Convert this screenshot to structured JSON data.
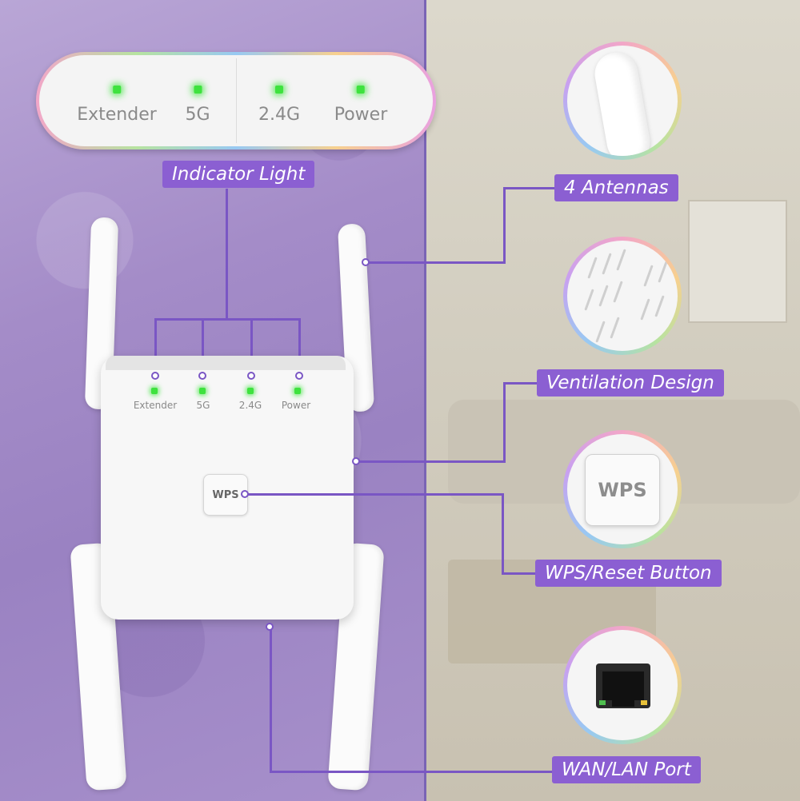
{
  "indicator_panel": {
    "items": [
      {
        "label": "Extender"
      },
      {
        "label": "5G"
      },
      {
        "label": "2.4G"
      },
      {
        "label": "Power"
      }
    ]
  },
  "device": {
    "led_labels": [
      "Extender",
      "5G",
      "2.4G",
      "Power"
    ],
    "button_label": "WPS",
    "led_color": "#3ee23e"
  },
  "callouts": {
    "indicator_light": "Indicator Light",
    "antennas": "4 Antennas",
    "ventilation": "Ventilation Design",
    "wps_reset": "WPS/Reset Button",
    "wan_lan": "WAN/LAN Port"
  },
  "feature_circles": {
    "wps_label": "WPS"
  },
  "colors": {
    "accent": "#8b5fd2",
    "line": "#7a56c4",
    "left_bg": "#a48cc8"
  }
}
